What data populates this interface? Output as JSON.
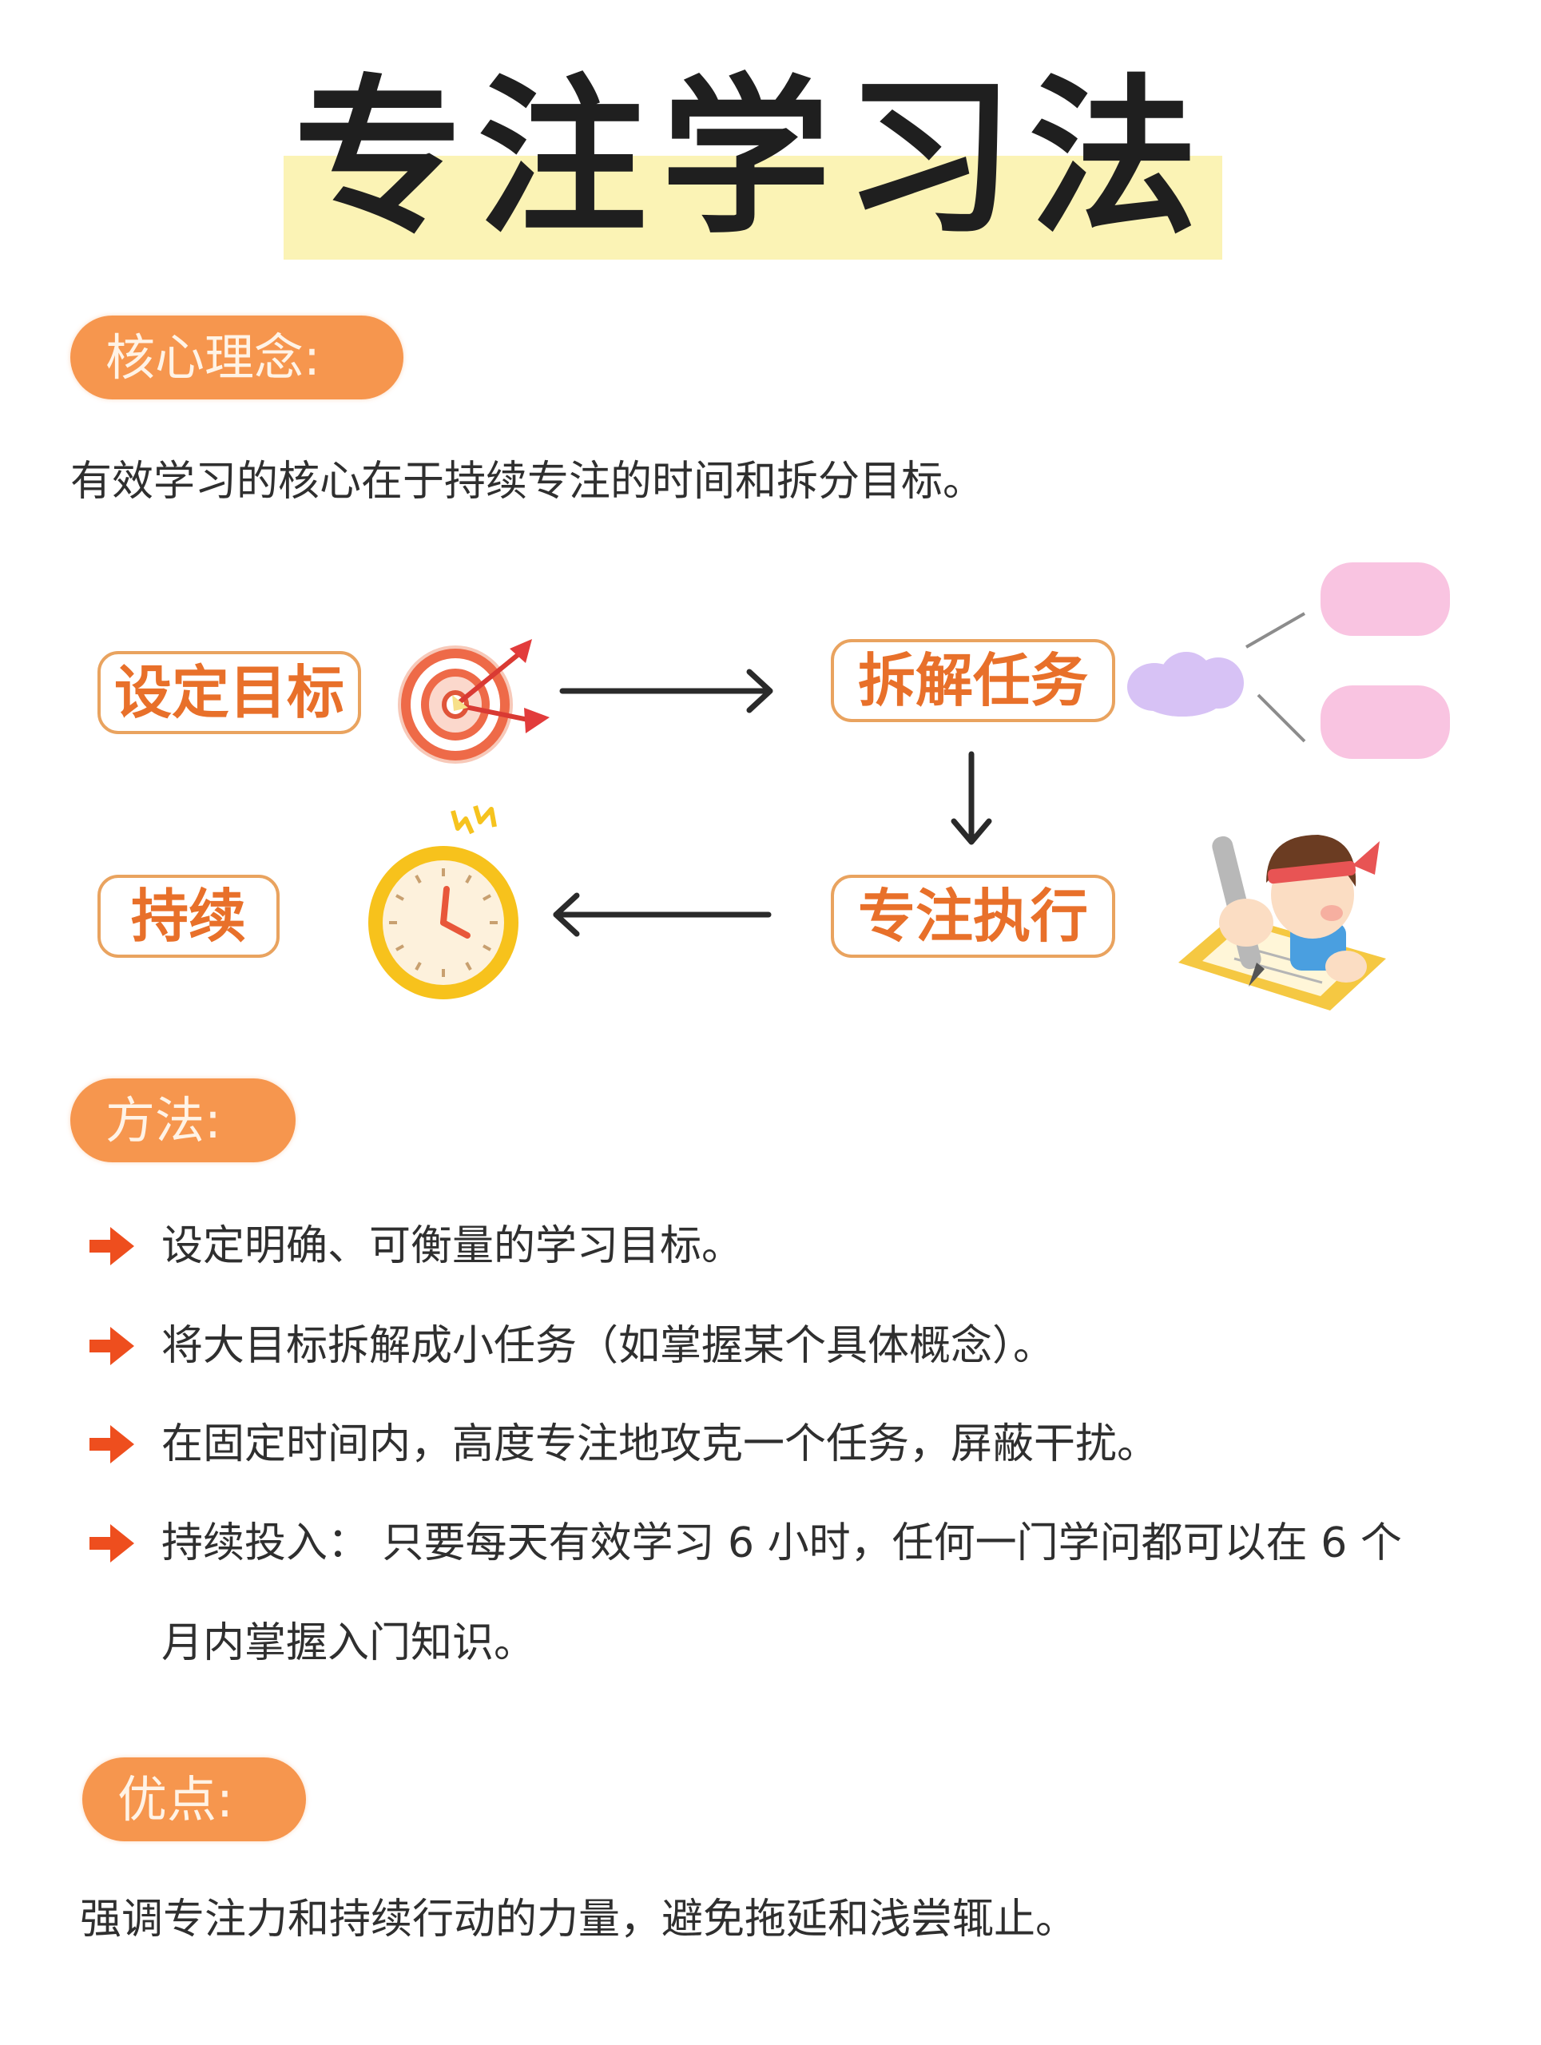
{
  "title": "专注学习法",
  "sections": {
    "core": {
      "label": "核心理念:",
      "text": "有效学习的核心在于持续专注的时间和拆分目标。"
    },
    "method": {
      "label": "方法:",
      "items": [
        "设定明确、可衡量的学习目标。",
        "将大目标拆解成小任务（如掌握某个具体概念）。",
        "在固定时间内，高度专注地攻克一个任务，屏蔽干扰。",
        "持续投入： 只要每天有效学习 6 小时，任何一门学问都可以在 6 个",
        "月内掌握入门知识。"
      ]
    },
    "advantage": {
      "label": "优点:",
      "text": "强调专注力和持续行动的力量，避免拖延和浅尝辄止。"
    }
  },
  "diagram": {
    "steps": [
      {
        "label": "设定目标",
        "icon": "dartboard-icon"
      },
      {
        "label": "拆解任务",
        "icon": "cloud-split-icon"
      },
      {
        "label": "专注执行",
        "icon": "studying-boy-icon"
      },
      {
        "label": "持续",
        "icon": "alarm-clock-icon"
      }
    ],
    "flow": [
      "设定目标 → 拆解任务",
      "拆解任务 ↓ 专注执行",
      "专注执行 → 持续"
    ]
  },
  "colors": {
    "pill": "#F6964E",
    "pill_text": "#FFF3E6",
    "tag_border": "#E9A35F",
    "tag_text": "#E8702A",
    "title_highlight": "#FBF3B5",
    "bullet_arrow": "#EE4E1E",
    "cloud": "#D7C2F5",
    "pink_box": "#F9C4E1"
  }
}
